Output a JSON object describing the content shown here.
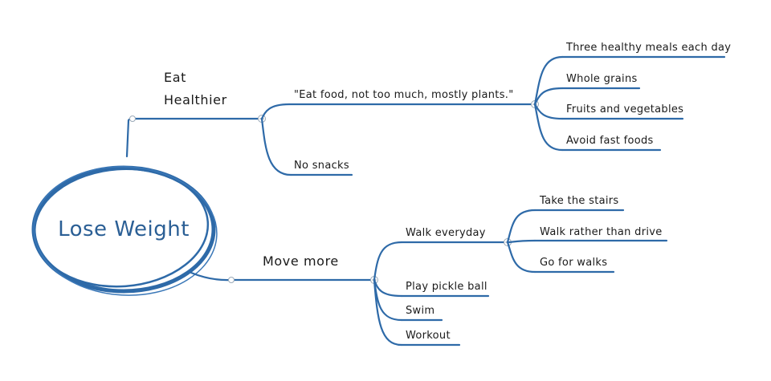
{
  "central": {
    "label": "Lose Weight",
    "color": "#2e6aa8"
  },
  "branches": [
    {
      "id": "eat",
      "label_lines": [
        "Eat",
        "Healthier"
      ],
      "children": [
        {
          "label": "\"Eat food, not too much, mostly plants.\"",
          "children": [
            {
              "label": "Three healthy meals each day"
            },
            {
              "label": "Whole grains"
            },
            {
              "label": "Fruits and vegetables"
            },
            {
              "label": "Avoid fast foods"
            }
          ]
        },
        {
          "label": "No snacks"
        }
      ]
    },
    {
      "id": "move",
      "label_lines": [
        "Move more"
      ],
      "children": [
        {
          "label": "Walk everyday",
          "children": [
            {
              "label": "Take the stairs"
            },
            {
              "label": "Walk rather than drive"
            },
            {
              "label": "Go for walks"
            }
          ]
        },
        {
          "label": "Play pickle ball"
        },
        {
          "label": "Swim"
        },
        {
          "label": "Workout"
        }
      ]
    }
  ]
}
